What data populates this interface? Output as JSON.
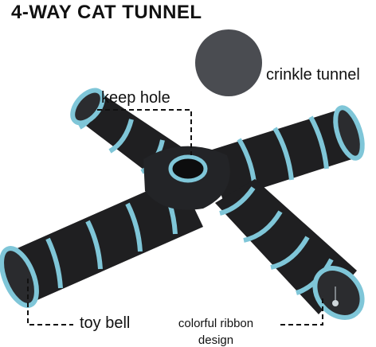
{
  "title": "4-WAY CAT TUNNEL",
  "callouts": {
    "crinkle_tunnel": "crinkle tunnel",
    "keep_hole": "keep hole",
    "toy_bell": "toy bell",
    "colorful_ribbon_line1": "colorful ribbon",
    "colorful_ribbon_line2": "design"
  },
  "colors": {
    "tunnel_body": "#1f1f21",
    "ribbon": "#7fc6d8",
    "fabric_swatch": "#4a4c51",
    "background": "#ffffff",
    "text": "#111111"
  }
}
